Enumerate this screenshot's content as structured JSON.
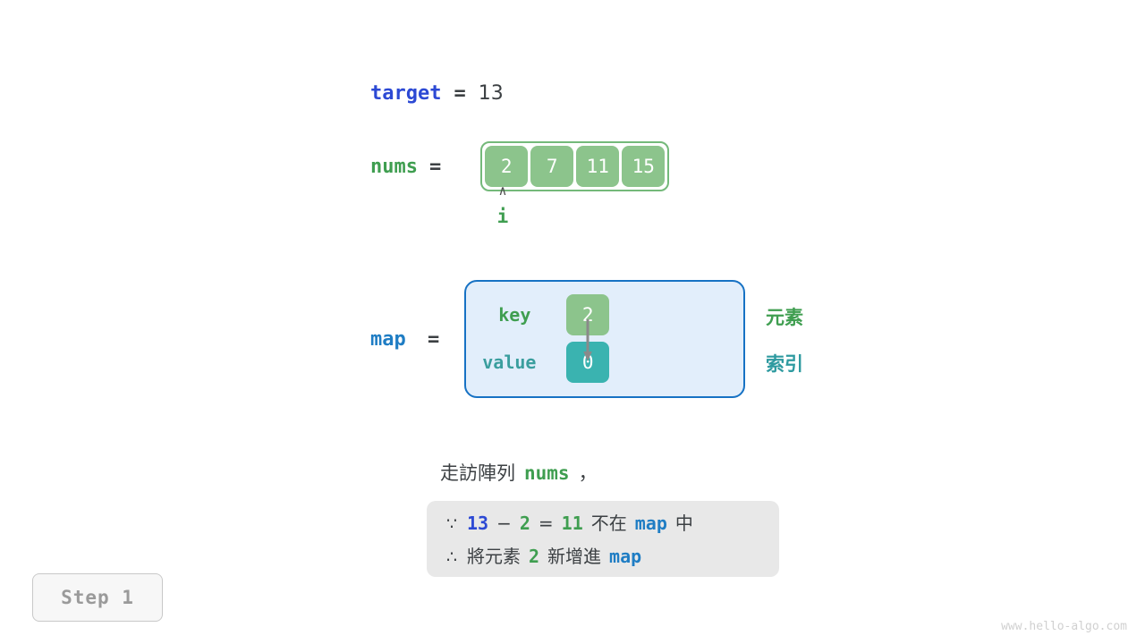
{
  "target": {
    "name": "target",
    "eq": "=",
    "value": "13"
  },
  "nums": {
    "name": "nums",
    "eq": "=",
    "cells": [
      "2",
      "7",
      "11",
      "15"
    ],
    "pointer": {
      "caret": "∧",
      "label": "i",
      "index": 0
    }
  },
  "map": {
    "name": "map",
    "eq": "=",
    "key_label": "key",
    "value_label": "value",
    "key_cell": "2",
    "value_cell": "0",
    "arrow": "arrow-down-icon"
  },
  "legend": {
    "element": "元素",
    "index": "索引"
  },
  "caption": {
    "prefix": "走訪陣列",
    "var": "nums",
    "suffix": "，"
  },
  "reasoning": {
    "line1": {
      "symbol": "∵",
      "a": "13",
      "minus": "−",
      "b": "2",
      "eq": "=",
      "result": "11",
      "mid": "不在",
      "container": "map",
      "tail": "中"
    },
    "line2": {
      "symbol": "∴",
      "pre": "將元素",
      "value": "2",
      "mid": "新增進",
      "container": "map"
    }
  },
  "step": {
    "label": "Step 1"
  },
  "watermark": {
    "text": "www.hello-algo.com"
  },
  "colors": {
    "target_blue": "#2c49d4",
    "map_blue": "#1f7dc4",
    "nums_green": "#3f9e50",
    "cell_green": "#8cc48c",
    "cell_teal": "#3ab3b0",
    "map_fill": "#e2eefb",
    "map_border": "#1772c4",
    "reason_fill": "#e8e8e8",
    "text_dark": "#3c4043"
  }
}
